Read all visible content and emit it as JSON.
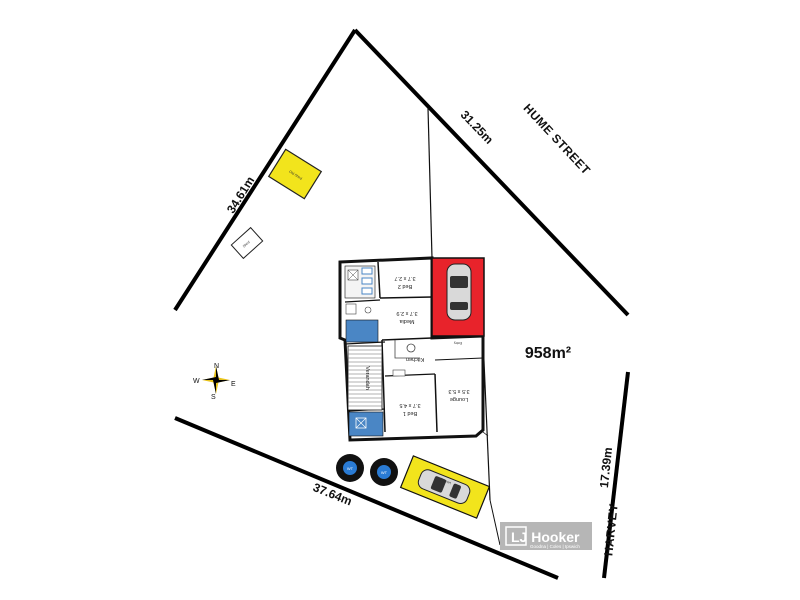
{
  "site": {
    "area": "958m²",
    "street_main": "HUME STREET",
    "street_side": "HARVEY",
    "boundaries": {
      "north_east": "31.25m",
      "north_west": "34.61m",
      "south_west": "37.64m",
      "south_east": "17.39m"
    }
  },
  "rooms": {
    "bed2": {
      "name": "Bed 2",
      "dims": "3.7 x 2.7"
    },
    "media": {
      "name": "Media",
      "dims": "3.7 x 2.9"
    },
    "kitchen": {
      "name": "Kitchen"
    },
    "verandah": {
      "name": "Verandah"
    },
    "bed1": {
      "name": "Bed 1",
      "dims": "3.7 x 4.5"
    },
    "lounge": {
      "name": "Lounge",
      "dims": "3.5 x 5.3"
    },
    "entry": {
      "name": "Entry"
    },
    "carport": {
      "name": "Carport"
    }
  },
  "outbuildings": {
    "shed1": "Old Shed",
    "shed2": "Shed"
  },
  "compass": {
    "n": "N",
    "s": "S",
    "e": "E",
    "w": "W"
  },
  "tanks": [
    "WT",
    "WT"
  ],
  "logo": {
    "name": "LJ Hooker",
    "tagline": "Goodna | Coles | Ipswich"
  },
  "colors": {
    "garage": "#e8232b",
    "outbuilding": "#f2e41c",
    "wet_area": "#4a86c5",
    "boundary": "#000000",
    "logo_bg": "#b6b6b6"
  }
}
